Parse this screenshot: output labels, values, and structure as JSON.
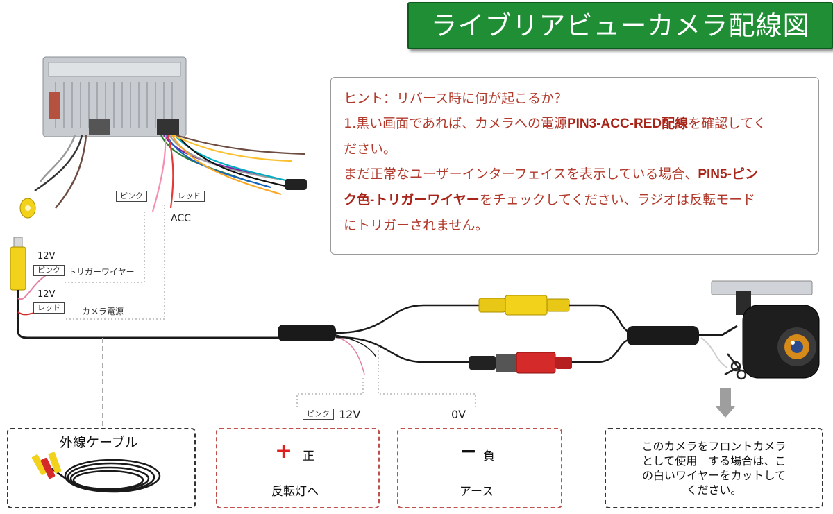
{
  "title": "ライブリアビューカメラ配線図",
  "hint": {
    "line1": "ヒント：リバース時に何が起こるか？",
    "line2_a": "1.黒い画面であれば、カメラへの電源",
    "line2_b": "PIN3-ACC-RED配線",
    "line2_c": "を確認してく",
    "line3": "ださい。",
    "line4_a": "まだ正常なユーザーインターフェイスを表示している場合、",
    "line4_b": "PIN5-ピン",
    "line5_b": "ク色-トリガーワイヤー",
    "line5_c": "をチェックしてください、ラジオは反転モード",
    "line6": "にトリガーされません。"
  },
  "labels": {
    "pink": "ピンク",
    "red": "レッド",
    "acc": "ACC",
    "v12": "12V",
    "trigger_wire": "トリガーワイヤー",
    "camera_power": "カメラ電源",
    "v0": "0V"
  },
  "boxes": {
    "cable": {
      "title": "外線ケーブル"
    },
    "positive": {
      "sign": "+",
      "label": "正",
      "caption": "反転灯へ"
    },
    "negative": {
      "sign": "−",
      "label": "負",
      "caption": "アース"
    },
    "front_note": {
      "line1": "このカメラをフロントカメラ",
      "line2": "として使用　する場合は、こ",
      "line3": "の白いワイヤーをカットして",
      "line4": "ください。"
    }
  },
  "colors": {
    "banner_green": "#1f8e35",
    "hint_red": "#b23a2c",
    "dashed_red": "#c0504d",
    "rca_yellow": "#f2d21b",
    "rca_red": "#d42a2a",
    "cable_black": "#1a1a1a"
  }
}
